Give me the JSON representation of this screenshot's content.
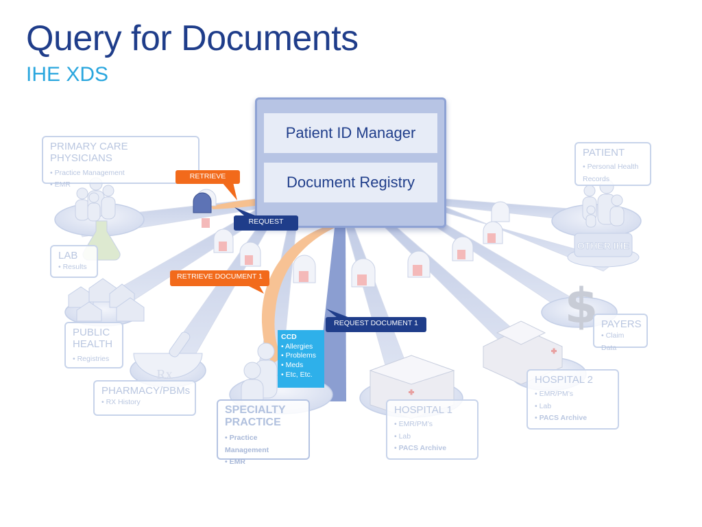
{
  "title": "Query for Documents",
  "subtitle": "IHE XDS",
  "central": {
    "rows": [
      "Patient ID Manager",
      "Document Registry"
    ]
  },
  "callouts": {
    "retrieve": "RETRIEVE",
    "request": "REQUEST",
    "retrieve_document": "RETRIEVE DOCUMENT 1",
    "request_document": "REQUEST DOCUMENT 1"
  },
  "ccd": {
    "title": "CCD",
    "items": [
      "Allergies",
      "Problems",
      "Meds",
      "Etc, Etc."
    ]
  },
  "nodes": {
    "primary_care": {
      "title": "PRIMARY CARE PHYSICIANS",
      "items": [
        "Practice Management",
        "EMR"
      ]
    },
    "patient": {
      "title": "PATIENT",
      "items": [
        "Personal Health Records"
      ]
    },
    "lab": {
      "title": "LAB",
      "items": [
        "Results"
      ]
    },
    "other_ihe": {
      "title": "OTHER IHE"
    },
    "public_health": {
      "title": "PUBLIC HEALTH",
      "items": [
        "Registries"
      ]
    },
    "payers": {
      "title": "PAYERS",
      "items": [
        "Claim Data"
      ]
    },
    "pharmacy": {
      "title": "PHARMACY/PBMs",
      "items": [
        "RX History"
      ]
    },
    "specialty": {
      "title": "SPECIALTY PRACTICE",
      "items": [
        "Practice Management",
        "EMR"
      ]
    },
    "hospital1": {
      "title": "HOSPITAL 1",
      "items": [
        "EMR/PM’s",
        "Lab",
        "PACS Archive"
      ]
    },
    "hospital2": {
      "title": "HOSPITAL 2",
      "items": [
        "EMR/PM’s",
        "Lab",
        "PACS Archive"
      ]
    }
  },
  "icons": {
    "dollar": "$",
    "rx": "Rx"
  },
  "colors": {
    "title": "#1f3d8a",
    "subtitle": "#29a6de",
    "retrieve_callout": "#f26a1b",
    "request_callout": "#1f3d8a",
    "ccd_box": "#2eb0ea",
    "registry_frame": "#8ea2d4"
  }
}
